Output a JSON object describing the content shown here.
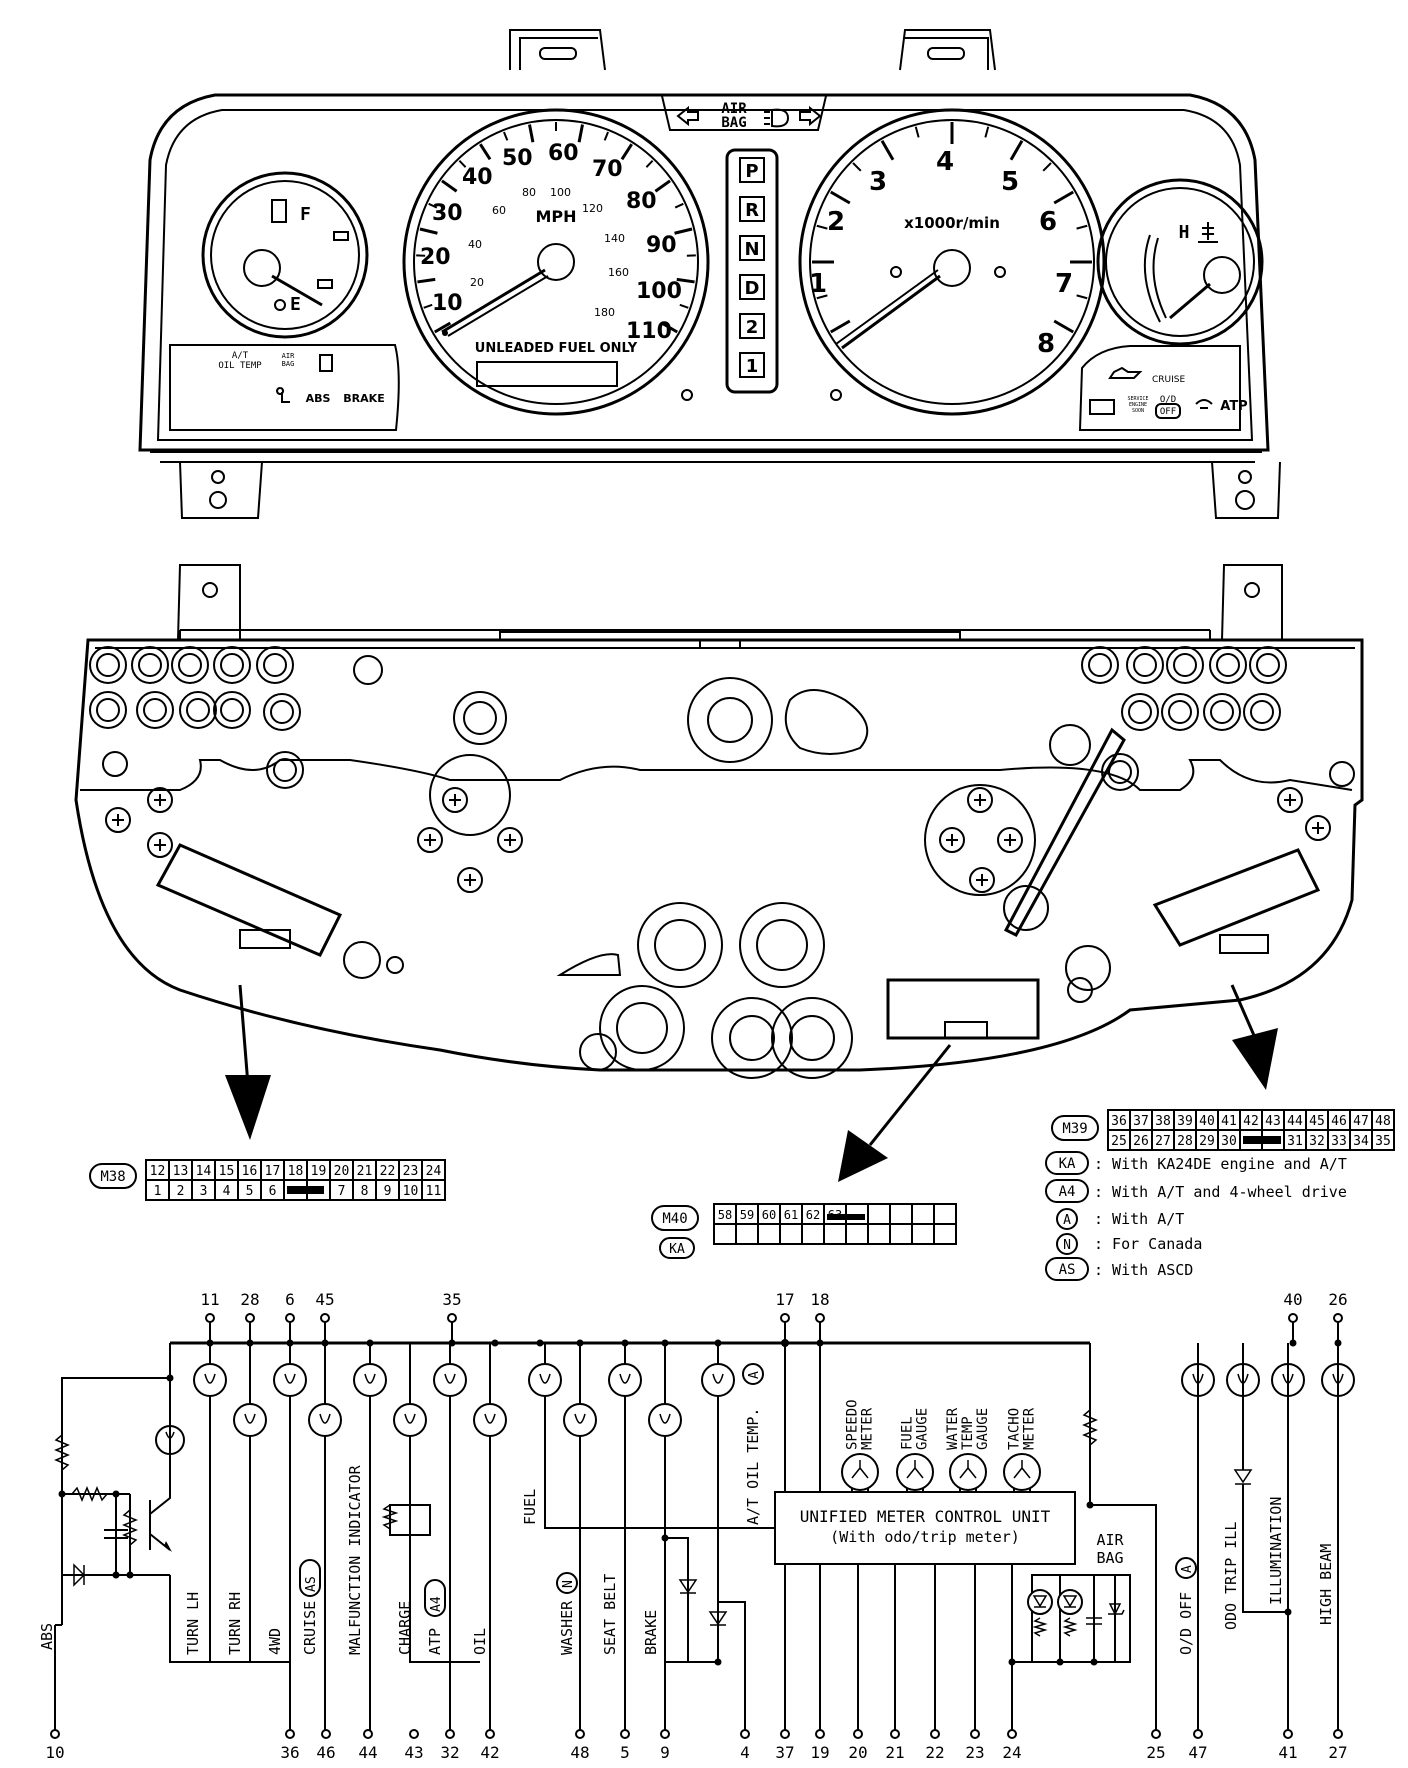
{
  "cluster": {
    "airbag_label": [
      "AIR",
      "BAG"
    ],
    "speedo": {
      "mph_labels": [
        "10",
        "20",
        "30",
        "40",
        "50",
        "60",
        "70",
        "80",
        "90",
        "100",
        "110"
      ],
      "kmh_labels": [
        "20",
        "40",
        "60",
        "80",
        "100",
        "120",
        "140",
        "160",
        "180"
      ],
      "unit": "MPH",
      "notice": "UNLEADED FUEL ONLY"
    },
    "tacho": {
      "labels": [
        "1",
        "2",
        "3",
        "4",
        "5",
        "6",
        "7",
        "8"
      ],
      "unit": "x1000r/min"
    },
    "fuel_gauge": {
      "full": "F",
      "empty": "E"
    },
    "temp_gauge": {
      "hot": "H"
    },
    "prnd": [
      "P",
      "R",
      "N",
      "D",
      "2",
      "1"
    ],
    "left_lamps": {
      "at_oil_temp": [
        "A/T",
        "OIL TEMP"
      ],
      "air_bag": [
        "AIR",
        "BAG"
      ],
      "abs": "ABS",
      "brake": "BRAKE"
    },
    "right_lamps": {
      "cruise": "CRUISE",
      "service": [
        "SERVICE",
        "ENGINE",
        "SOON"
      ],
      "od_off": [
        "O/D",
        "OFF"
      ],
      "atp": "ATP"
    }
  },
  "connectors": {
    "m38": {
      "id": "M38",
      "top": [
        "12",
        "13",
        "14",
        "15",
        "16",
        "17",
        "18",
        "19",
        "20",
        "21",
        "22",
        "23",
        "24"
      ],
      "bottom": [
        "1",
        "2",
        "3",
        "4",
        "5",
        "6",
        "",
        "7",
        "8",
        "9",
        "10",
        "11"
      ]
    },
    "m39": {
      "id": "M39",
      "top": [
        "36",
        "37",
        "38",
        "39",
        "40",
        "41",
        "42",
        "43",
        "44",
        "45",
        "46",
        "47",
        "48"
      ],
      "bottom": [
        "25",
        "26",
        "27",
        "28",
        "29",
        "30",
        "",
        "31",
        "32",
        "33",
        "34",
        "35"
      ]
    },
    "m40": {
      "id": "M40",
      "sub": "KA",
      "top": [
        "58",
        "59",
        "60",
        "61",
        "62",
        "63",
        "",
        "",
        "",
        "",
        ""
      ]
    }
  },
  "legend": [
    {
      "code": "KA",
      "text": ": With KA24DE engine and A/T"
    },
    {
      "code": "A4",
      "text": ": With A/T and 4-wheel drive"
    },
    {
      "code": "A",
      "text": ": With A/T"
    },
    {
      "code": "N",
      "text": ": For Canada"
    },
    {
      "code": "AS",
      "text": ": With ASCD"
    }
  ],
  "schematic": {
    "top_pins": [
      "11",
      "28",
      "6",
      "45",
      "35",
      "17",
      "18",
      "40",
      "26"
    ],
    "bottom_pins": [
      "10",
      "36",
      "46",
      "44",
      "43",
      "32",
      "42",
      "48",
      "5",
      "9",
      "4",
      "37",
      "19",
      "20",
      "21",
      "22",
      "23",
      "24",
      "25",
      "47",
      "41",
      "27"
    ],
    "labels": {
      "abs": "ABS",
      "turn_lh": "TURN LH",
      "turn_rh": "TURN RH",
      "fwd": "4WD",
      "cruise": "CRUISE",
      "cruise_tag": "AS",
      "malfunction": "MALFUNCTION INDICATOR",
      "charge": "CHARGE",
      "atp": "ATP",
      "atp_tag": "A4",
      "oil": "OIL",
      "fuel": "FUEL",
      "washer": "WASHER",
      "washer_tag": "N",
      "seat_belt": "SEAT BELT",
      "brake": "BRAKE",
      "at_oil_temp": "A/T OIL TEMP.",
      "at_oil_temp_tag": "A",
      "speedo": [
        "SPEEDO",
        "METER"
      ],
      "fuel_gauge": [
        "FUEL",
        "GAUGE"
      ],
      "water_temp": [
        "WATER",
        "TEMP",
        "GAUGE"
      ],
      "tacho": [
        "TACHO",
        "METER"
      ],
      "control_unit": "UNIFIED METER CONTROL UNIT",
      "control_unit_sub": "(With odo/trip meter)",
      "airbag": [
        "AIR",
        "BAG"
      ],
      "od_off": "O/D OFF",
      "od_off_tag": "A",
      "odo_trip_ill": "ODO TRIP ILL",
      "illumination": "ILLUMINATION",
      "high_beam": "HIGH BEAM"
    }
  }
}
